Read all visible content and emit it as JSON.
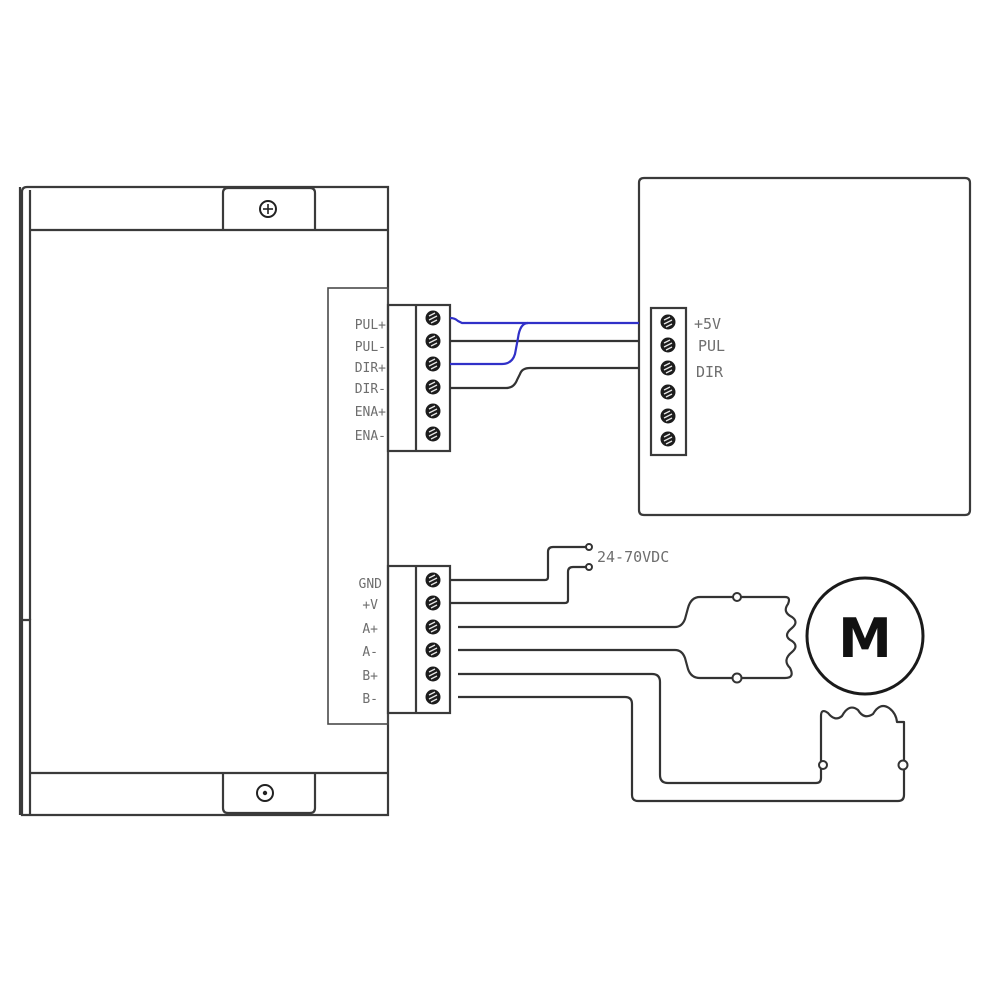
{
  "diagram": {
    "type": "stepper-driver-wiring",
    "driver": {
      "control_terminals": [
        "PUL+",
        "PUL-",
        "DIR+",
        "DIR-",
        "ENA+",
        "ENA-"
      ],
      "power_terminals": [
        "GND",
        "+V",
        "A+",
        "A-",
        "B+",
        "B-"
      ]
    },
    "controller": {
      "terminals": [
        "+5V",
        "PUL",
        "DIR"
      ],
      "terminal_count": 6
    },
    "power_supply": {
      "label": "24-70VDC"
    },
    "motor": {
      "label": "M"
    },
    "colors": {
      "wire": "#333333",
      "wire_highlight": "#3030c8",
      "label": "#6e6e6e",
      "outline": "#3a3a3a"
    }
  }
}
